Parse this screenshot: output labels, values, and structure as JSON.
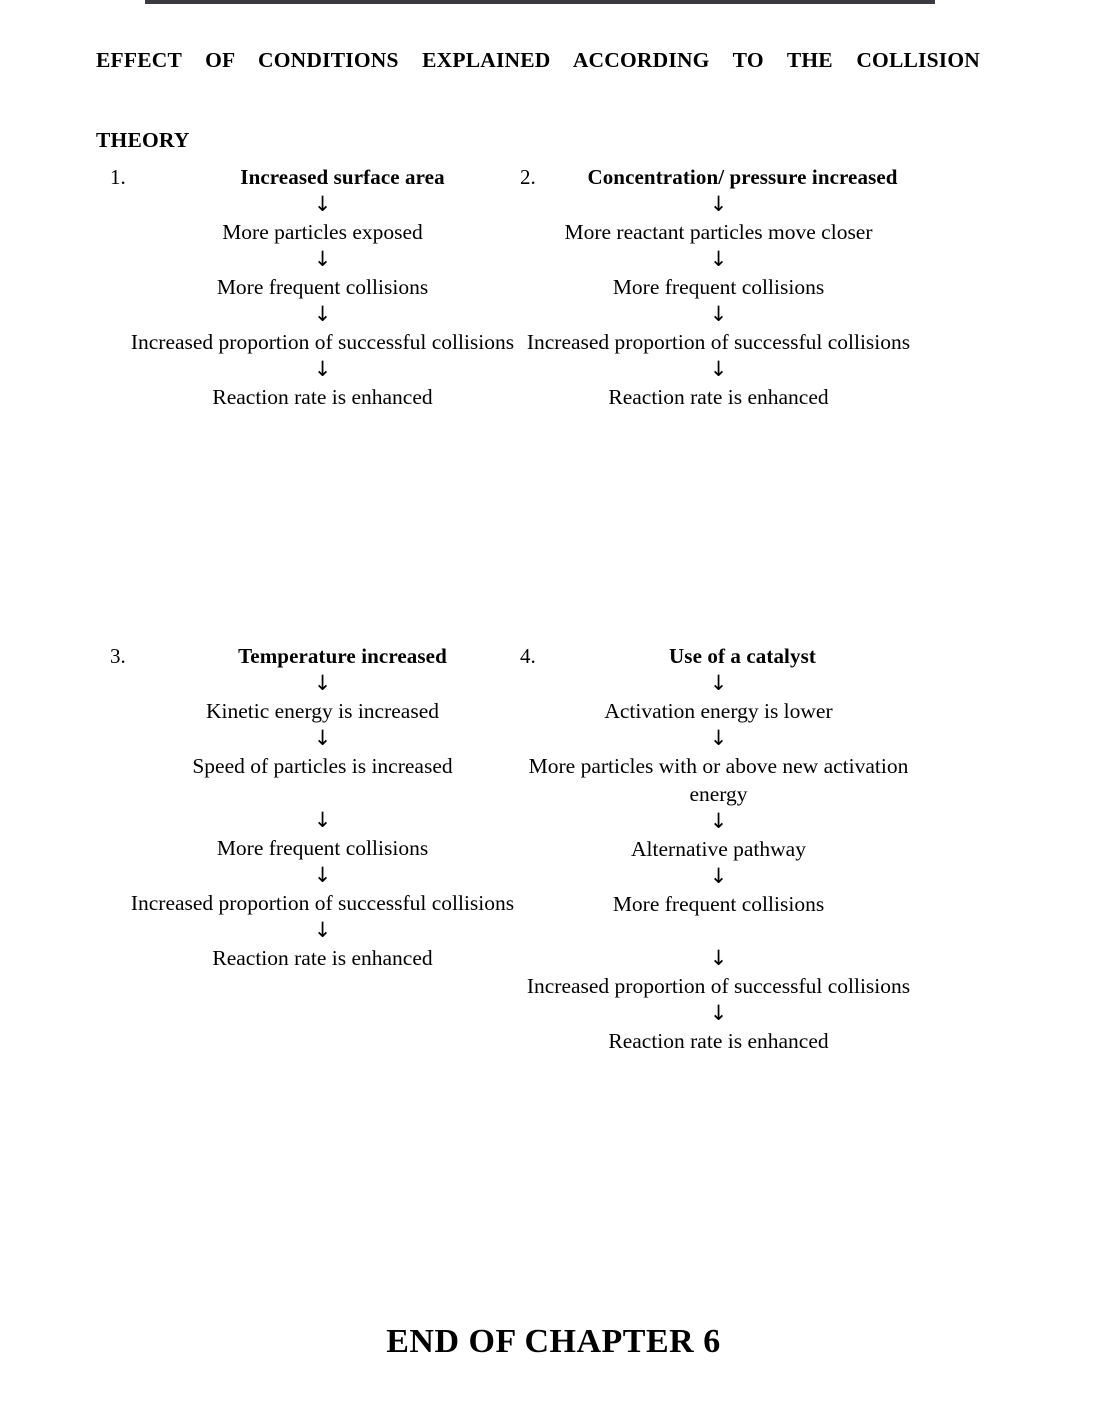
{
  "document": {
    "title_lines": [
      "EFFECT OF CONDITIONS EXPLAINED ACCORDING TO THE COLLISION",
      "THEORY"
    ],
    "footer": "END OF CHAPTER 6"
  },
  "icons": {
    "down_arrow": "↓"
  },
  "blocks": [
    {
      "number": "1.",
      "heading": "Increased surface area",
      "steps": [
        "More particles exposed",
        "More frequent collisions",
        "Increased proportion of successful collisions",
        "Reaction rate is enhanced"
      ],
      "extra_gap_before_step_index": null
    },
    {
      "number": "2.",
      "heading": "Concentration/ pressure increased",
      "steps": [
        "More reactant particles move closer",
        "More frequent collisions",
        "Increased proportion of successful collisions",
        "Reaction rate is enhanced"
      ],
      "extra_gap_before_step_index": null
    },
    {
      "number": "3.",
      "heading": "Temperature increased",
      "steps": [
        "Kinetic energy is increased",
        "Speed of particles is increased",
        "More frequent collisions",
        "Increased proportion of successful collisions",
        "Reaction rate is enhanced"
      ],
      "extra_gap_before_step_index": 2
    },
    {
      "number": "4.",
      "heading": "Use of a catalyst",
      "steps": [
        "Activation energy is lower",
        "More particles with or above new activation energy",
        "Alternative pathway",
        "More frequent collisions",
        "Increased proportion of successful collisions",
        "Reaction rate is enhanced"
      ],
      "extra_gap_before_step_index": 4
    }
  ]
}
